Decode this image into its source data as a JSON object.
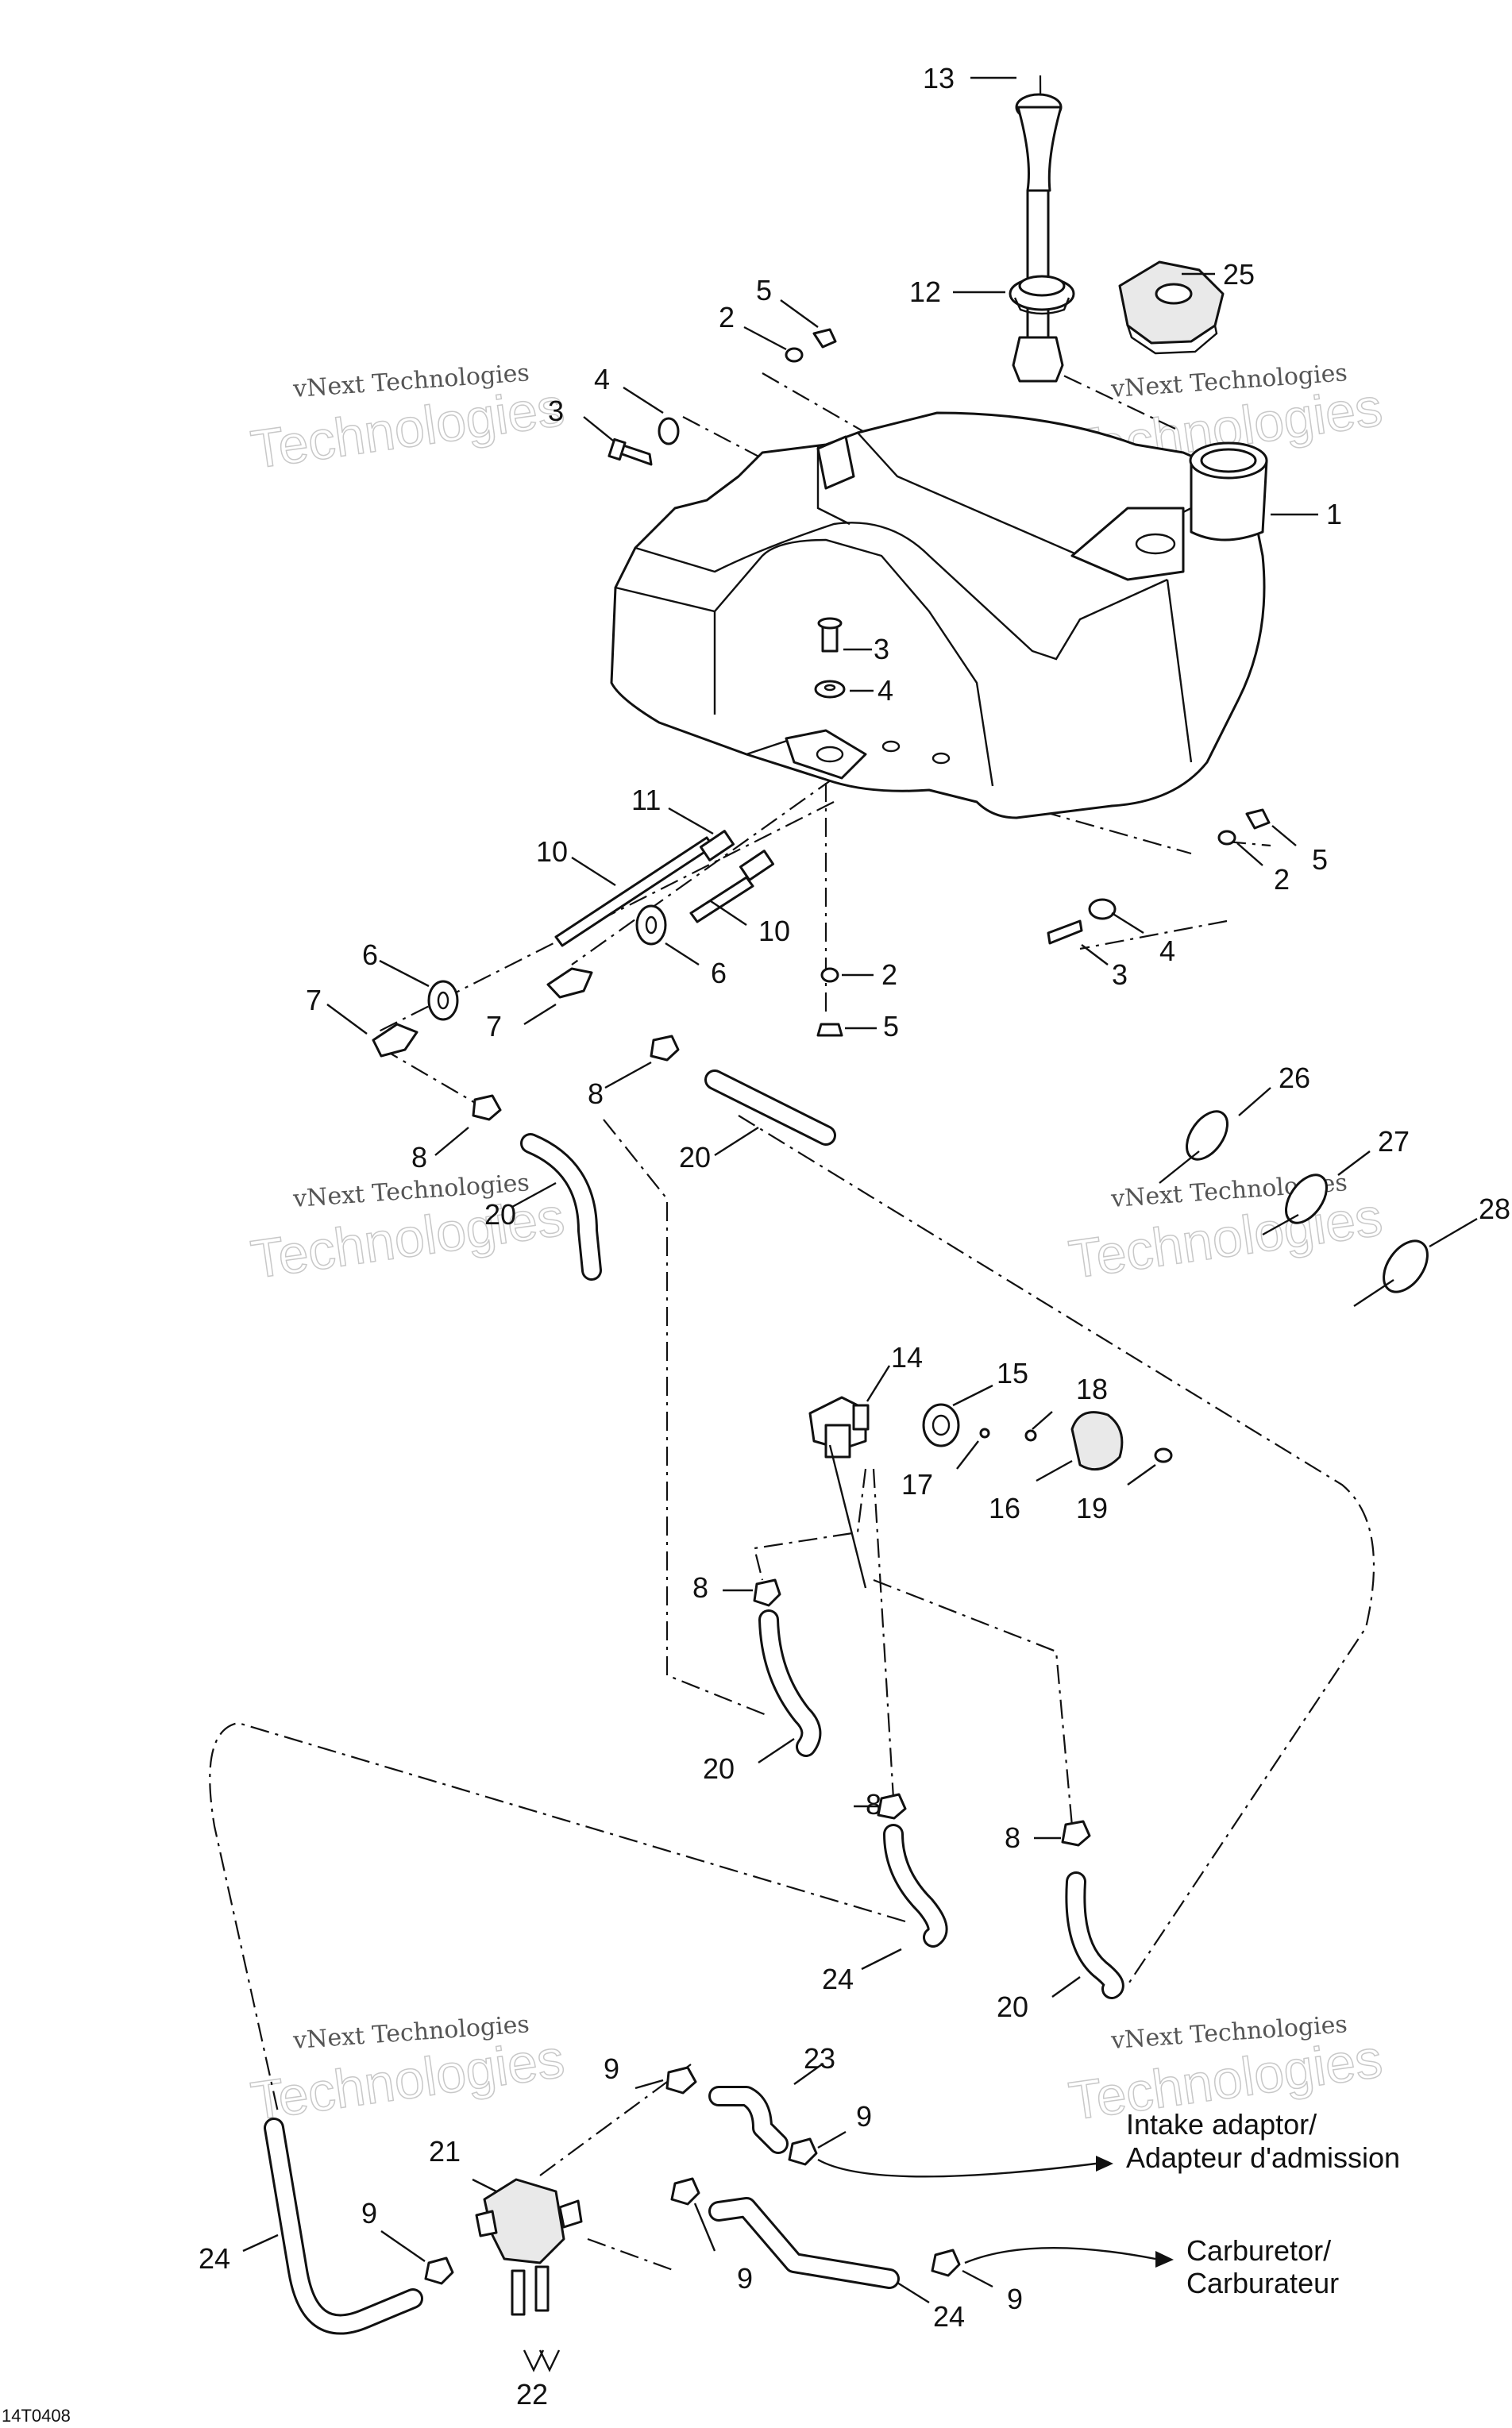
{
  "watermark": {
    "line1": "vNext Technologies",
    "line2": "Technologies"
  },
  "callouts": [
    {
      "id": "c13",
      "text": "13"
    },
    {
      "id": "c12",
      "text": "12"
    },
    {
      "id": "c25",
      "text": "25"
    },
    {
      "id": "c5a",
      "text": "5"
    },
    {
      "id": "c2a",
      "text": "2"
    },
    {
      "id": "c4a",
      "text": "4"
    },
    {
      "id": "c3a",
      "text": "3"
    },
    {
      "id": "c1",
      "text": "1"
    },
    {
      "id": "c3b",
      "text": "3"
    },
    {
      "id": "c4b",
      "text": "4"
    },
    {
      "id": "c5b",
      "text": "5"
    },
    {
      "id": "c2b",
      "text": "2"
    },
    {
      "id": "c4c",
      "text": "4"
    },
    {
      "id": "c3c",
      "text": "3"
    },
    {
      "id": "c11",
      "text": "11"
    },
    {
      "id": "c10a",
      "text": "10"
    },
    {
      "id": "c10b",
      "text": "10"
    },
    {
      "id": "c6a",
      "text": "6"
    },
    {
      "id": "c6b",
      "text": "6"
    },
    {
      "id": "c7a",
      "text": "7"
    },
    {
      "id": "c7b",
      "text": "7"
    },
    {
      "id": "c2c",
      "text": "2"
    },
    {
      "id": "c5c",
      "text": "5"
    },
    {
      "id": "c8a",
      "text": "8"
    },
    {
      "id": "c8b",
      "text": "8"
    },
    {
      "id": "c20a",
      "text": "20"
    },
    {
      "id": "c20b",
      "text": "20"
    },
    {
      "id": "c26",
      "text": "26"
    },
    {
      "id": "c27",
      "text": "27"
    },
    {
      "id": "c28",
      "text": "28"
    },
    {
      "id": "c14",
      "text": "14"
    },
    {
      "id": "c15",
      "text": "15"
    },
    {
      "id": "c18",
      "text": "18"
    },
    {
      "id": "c17",
      "text": "17"
    },
    {
      "id": "c16",
      "text": "16"
    },
    {
      "id": "c19",
      "text": "19"
    },
    {
      "id": "c8c",
      "text": "8"
    },
    {
      "id": "c20c",
      "text": "20"
    },
    {
      "id": "c8d",
      "text": "8"
    },
    {
      "id": "c8e",
      "text": "8"
    },
    {
      "id": "c24a",
      "text": "24"
    },
    {
      "id": "c20d",
      "text": "20"
    },
    {
      "id": "c9a",
      "text": "9"
    },
    {
      "id": "c23",
      "text": "23"
    },
    {
      "id": "c9b",
      "text": "9"
    },
    {
      "id": "c21",
      "text": "21"
    },
    {
      "id": "c9c",
      "text": "9"
    },
    {
      "id": "c24b",
      "text": "24"
    },
    {
      "id": "c9d",
      "text": "9"
    },
    {
      "id": "c24c",
      "text": "24"
    },
    {
      "id": "c9e",
      "text": "9"
    },
    {
      "id": "c22",
      "text": "22"
    }
  ],
  "destinations": {
    "intake_line1": "Intake adaptor/",
    "intake_line2": "Adapteur d'admission",
    "carb_line1": "Carburetor/",
    "carb_line2": "Carburateur"
  },
  "figure_code": "14T0408"
}
